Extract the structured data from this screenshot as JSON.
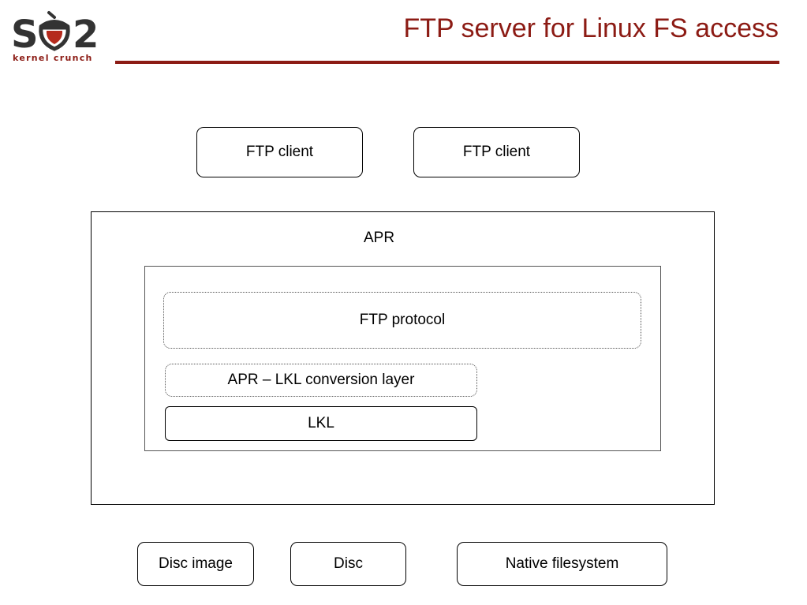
{
  "slide": {
    "title": "FTP server for Linux FS access",
    "logo": {
      "wordmark": "so2",
      "tagline": "kernel crunch",
      "color": "#8c1b14"
    }
  },
  "diagram": {
    "clients": [
      "FTP client",
      "FTP client"
    ],
    "apr_container": "APR",
    "ftp_protocol": "FTP protocol",
    "conversion_layer": "APR – LKL conversion layer",
    "lkl": "LKL",
    "storage": [
      "Disc image",
      "Disc",
      "Native filesystem"
    ]
  }
}
